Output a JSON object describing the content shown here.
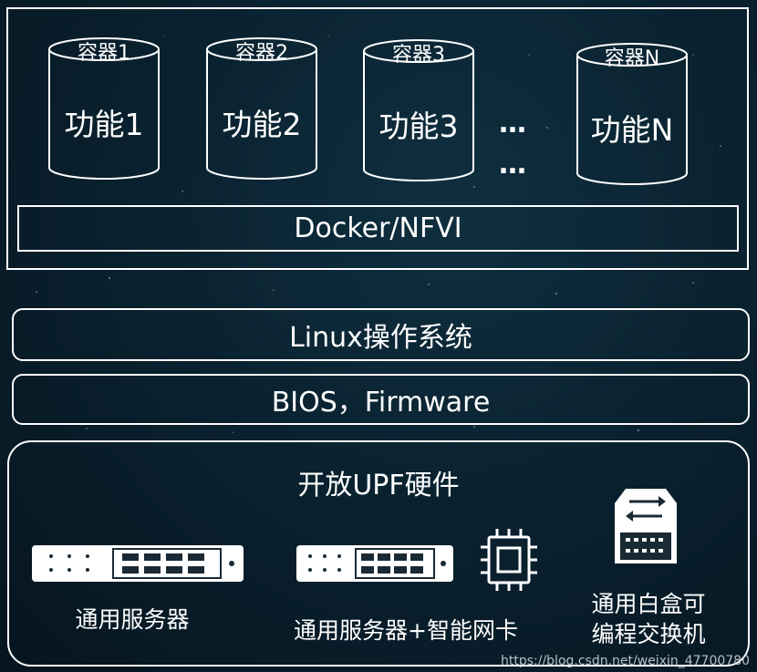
{
  "containers": [
    {
      "container_label": "容器1",
      "function_label": "功能1"
    },
    {
      "container_label": "容器2",
      "function_label": "功能2"
    },
    {
      "container_label": "容器3",
      "function_label": "功能3"
    },
    {
      "container_label": "容器N",
      "function_label": "功能N"
    }
  ],
  "ellipsis": [
    "…",
    "…"
  ],
  "docker_label": "Docker/NFVI",
  "linux_label": "Linux操作系统",
  "bios_label": "BIOS，Firmware",
  "hardware": {
    "title": "开放UPF硬件",
    "items": [
      {
        "label": "通用服务器",
        "icon": "server-icon"
      },
      {
        "label": "通用服务器+智能网卡",
        "icon": "server-icon"
      },
      {
        "label_line1": "通用白盒可",
        "label_line2": "编程交换机",
        "icon": "switch-icon"
      }
    ],
    "smartnic_icon": "chip-icon"
  },
  "watermark": "https://blog.csdn.net/weixin_47700780",
  "colors": {
    "background": "#0a2230",
    "foreground": "#ffffff"
  }
}
